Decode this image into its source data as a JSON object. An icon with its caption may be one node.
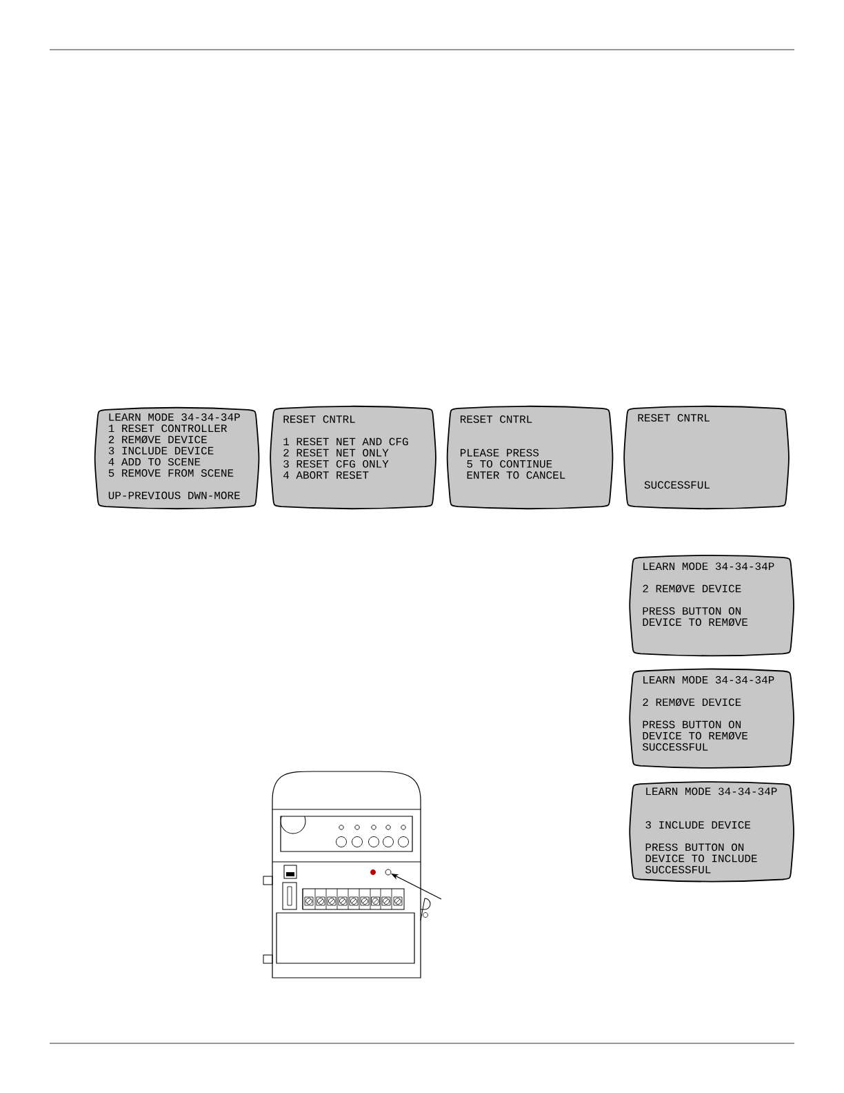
{
  "diagram": {
    "nodes": [
      {
        "text": [
          "LEARN MODE 34-34-34P",
          "1 RESET CONTROLLER",
          "2 REMØVE DEVICE",
          "3 INCLUDE DEVICE",
          "4 ADD TO SCENE",
          "5 REMOVE FROM SCENE",
          "UP-PREVIOUS DWN-MORE"
        ]
      },
      {
        "text": [
          "RESET CNTRL",
          "1 RESET NET AND CFG",
          "2 RESET NET ONLY",
          "3 RESET CFG ONLY",
          "4 ABORT RESET"
        ]
      },
      {
        "text": [
          "RESET CNTRL",
          "PLEASE PRESS",
          "5 TO CONTINUE",
          "ENTER TO CANCEL"
        ]
      },
      {
        "text": [
          "RESET CNTRL",
          "SUCCESSFUL"
        ]
      },
      {
        "text": [
          "LEARN MODE 34-34-34P",
          "2 REMØVE DEVICE",
          "PRESS BUTTON ON",
          "DEVICE TO REMØVE"
        ]
      },
      {
        "text": [
          "LEARN MODE 34-34-34P",
          "2 REMØVE DEVICE",
          "PRESS BUTTON ON",
          "DEVICE TO REMØVE",
          "SUCCESSFUL"
        ]
      },
      {
        "text": [
          "LEARN MODE 34-34-34P",
          "3 INCLUDE DEVICE",
          "PRESS BUTTON ON",
          "DEVICE TO INCLUDE",
          "SUCCESSFUL"
        ]
      },
      {
        "text": [],
        "shape": "circle"
      }
    ],
    "edges": [
      {
        "from": null,
        "to": 7,
        "arrow": "to"
      }
    ]
  }
}
